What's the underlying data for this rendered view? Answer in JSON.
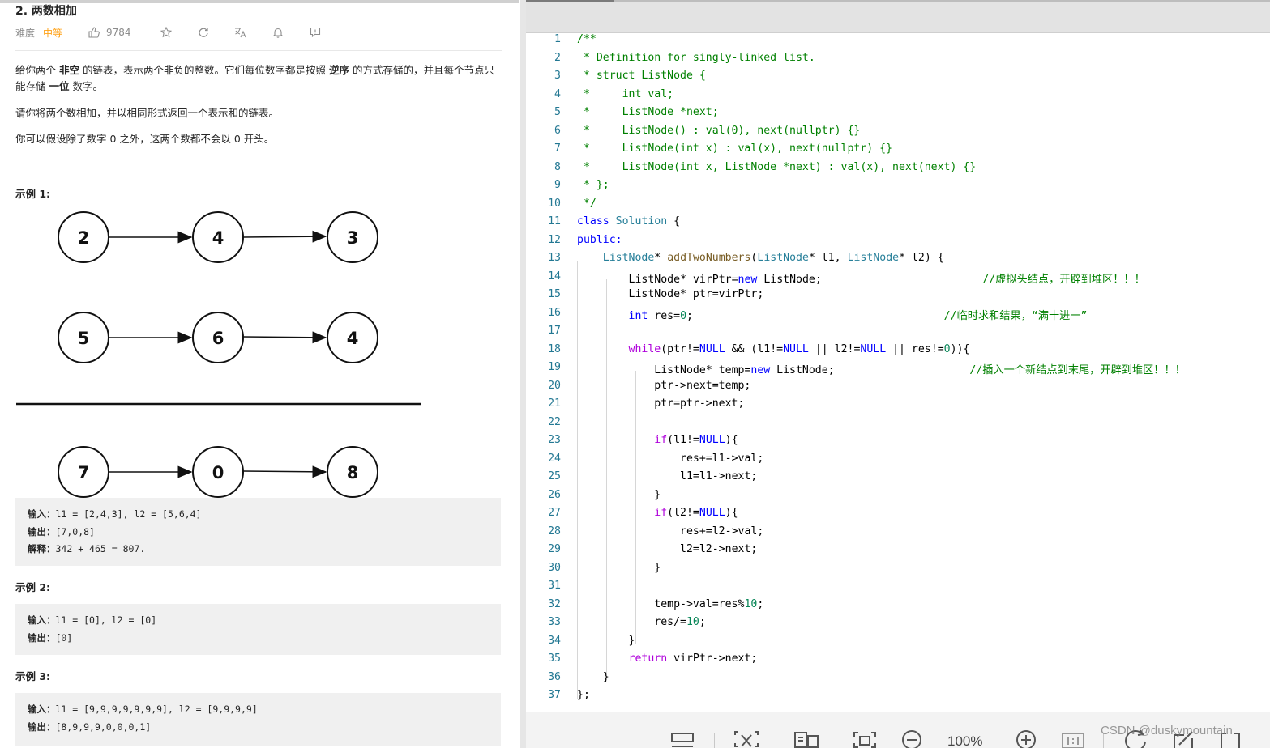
{
  "problem": {
    "title": "2. 两数相加",
    "difficulty_label": "难度",
    "difficulty_value": "中等",
    "likes": "9784",
    "description": {
      "p1_a": "给你两个 ",
      "p1_b": "非空",
      "p1_c": " 的链表，表示两个非负的整数。它们每位数字都是按照 ",
      "p1_d": "逆序",
      "p1_e": " 的方式存储的，并且每个节点只能存储 ",
      "p1_f": "一位",
      "p1_g": " 数字。",
      "p2": "请你将两个数相加，并以相同形式返回一个表示和的链表。",
      "p3": "你可以假设除了数字 0 之外，这两个数都不会以 0 开头。"
    },
    "examples": [
      {
        "label": "示例 1:",
        "lists": [
          [
            "2",
            "4",
            "3"
          ],
          [
            "5",
            "6",
            "4"
          ],
          [
            "7",
            "0",
            "8"
          ]
        ],
        "input_label": "输入：",
        "input": "l1 = [2,4,3], l2 = [5,6,4]",
        "output_label": "输出：",
        "output": "[7,0,8]",
        "explain_label": "解释：",
        "explain": "342 + 465 = 807."
      },
      {
        "label": "示例 2:",
        "input_label": "输入：",
        "input": "l1 = [0], l2 = [0]",
        "output_label": "输出：",
        "output": "[0]"
      },
      {
        "label": "示例 3:",
        "input_label": "输入：",
        "input": "l1 = [9,9,9,9,9,9,9], l2 = [9,9,9,9]",
        "output_label": "输出：",
        "output": "[8,9,9,9,0,0,0,1]"
      }
    ]
  },
  "editor": {
    "line_numbers": [
      "1",
      "2",
      "3",
      "4",
      "5",
      "6",
      "7",
      "8",
      "9",
      "10",
      "11",
      "12",
      "13",
      "14",
      "15",
      "16",
      "17",
      "18",
      "19",
      "20",
      "21",
      "22",
      "23",
      "24",
      "25",
      "26",
      "27",
      "28",
      "29",
      "30",
      "31",
      "32",
      "33",
      "34",
      "35",
      "36",
      "37"
    ],
    "comments": {
      "c1": "/**",
      "c2": " * Definition for singly-linked list.",
      "c3": " * struct ListNode {",
      "c4": " *     int val;",
      "c5": " *     ListNode *next;",
      "c6": " *     ListNode() : val(0), next(nullptr) {}",
      "c7": " *     ListNode(int x) : val(x), next(nullptr) {}",
      "c8": " *     ListNode(int x, ListNode *next) : val(x), next(next) {}",
      "c9": " * };",
      "c10": " */",
      "c14": "//虚拟头结点，开辟到堆区！！！",
      "c16": "//临时求和结果，“满十进一”",
      "c19": "//插入一个新结点到末尾，开辟到堆区！！！"
    },
    "tokens": {
      "class": "class",
      "Solution": "Solution",
      "open_brace": " {",
      "public": "public:",
      "ListNode": "ListNode",
      "star": "*",
      "addTwoNumbers": "addTwoNumbers",
      "paren_open": "(",
      "l1_param": " l1, ",
      "l2_param": " l2) {",
      "virPtr_decl": " virPtr=",
      "new": "new",
      "ListNode_semi": " ListNode;",
      "ptr_decl": "ListNode* ptr=virPtr;",
      "int": "int",
      "res_decl": " res=",
      "zero": "0",
      "semi": ";",
      "while": "while",
      "while_a": "(ptr!=",
      "NULL": "NULL",
      "while_b": " && (l1!=",
      "while_c": " || l2!=",
      "while_d": " || res!=",
      "while_e": ")){",
      "temp_decl": " temp=",
      "l20": "ptr->next=temp;",
      "l21": "ptr=ptr->next;",
      "if": "if",
      "if1_a": "(l1!=",
      "if_close": "){",
      "l24": "res+=l1->val;",
      "l25": "l1=l1->next;",
      "close": "}",
      "if2_a": "(l2!=",
      "l28": "res+=l2->val;",
      "l29": "l2=l2->next;",
      "l32_a": "temp->val=res%",
      "ten": "10",
      "l33_a": "res/=",
      "return": "return",
      "l35_b": " virPtr->next;",
      "end": "};"
    }
  },
  "toolbar": {
    "zoom": "100%"
  },
  "watermark": "CSDN @duskymountain",
  "colors": {
    "difficulty": "#ffa116",
    "comment": "#008000",
    "keyword": "#0000ff",
    "type": "#267f99",
    "function": "#795e26",
    "control": "#af00db",
    "number": "#098658",
    "line_number": "#237893"
  }
}
